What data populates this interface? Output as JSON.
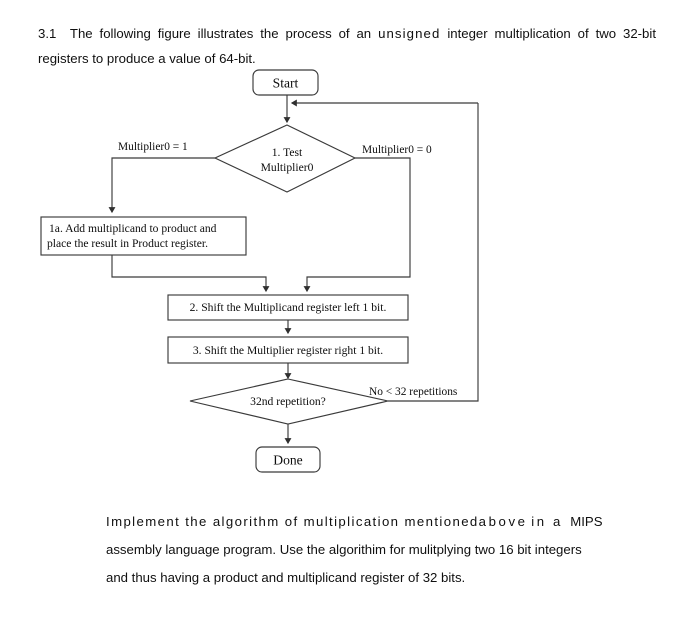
{
  "question": {
    "number": "3.1",
    "intro_part1": "The following figure illustrates the process of an",
    "intro_emphasis": "unsigned",
    "intro_part2": "integer multiplication of two 32-bit  registers to produce a value of 64-bit."
  },
  "flowchart": {
    "title": "unsigned integer multiplication flowchart",
    "nodes": {
      "start": {
        "label": "Start",
        "shape": "terminator"
      },
      "test": {
        "label_line1": "1. Test",
        "label_line2": "Multiplier0",
        "shape": "decision"
      },
      "step1a": {
        "label_line1": "1a. Add multiplicand to product and",
        "label_line2": "place the result in Product register.",
        "shape": "process"
      },
      "step2": {
        "label": "2. Shift the Multiplicand register left 1 bit.",
        "shape": "process"
      },
      "step3": {
        "label": "3. Shift the Multiplier register right 1 bit.",
        "shape": "process"
      },
      "repeat": {
        "label": "32nd repetition?",
        "shape": "decision"
      },
      "done": {
        "label": "Done",
        "shape": "terminator"
      }
    },
    "edge_labels": {
      "left_branch": "Multiplier0 = 1",
      "right_branch": "Multiplier0 = 0",
      "loop_back": "No < 32 repetitions"
    },
    "colors": {
      "stroke": "#3a3a3a",
      "fill": "#ffffff",
      "text": "#0d0d0d"
    }
  },
  "task": {
    "line1_a": "Implement  the  algorithm  of  multiplication  mentioned",
    "line1_b": "above",
    "line1_c": "in  a",
    "line1_d": "MIPS",
    "line2": "assembly  language program. Use the algorithim for mulitplying two 16 bit integers",
    "line3": "and thus having a product and multiplicand register of 32 bits."
  }
}
